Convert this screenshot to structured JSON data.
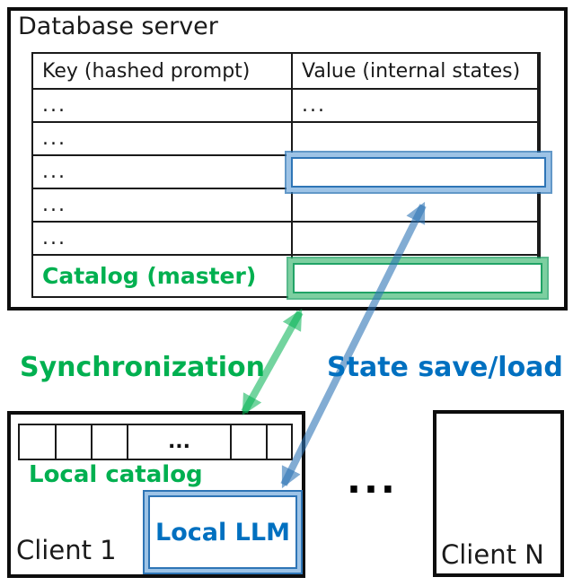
{
  "database_server": {
    "title": "Database server",
    "table": {
      "headers": [
        "Key (hashed prompt)",
        "Value (internal states)"
      ],
      "rows": [
        {
          "key": "...",
          "value": "..."
        },
        {
          "key": "...",
          "value": ""
        },
        {
          "key": "...",
          "value": ""
        },
        {
          "key": "...",
          "value": ""
        },
        {
          "key": "...",
          "value": ""
        },
        {
          "key": "Catalog (master)",
          "value": ""
        }
      ],
      "highlighted_value_row_index": 3,
      "catalog_row_index": 6
    }
  },
  "labels": {
    "synchronization": "Synchronization",
    "state_save_load": "State save/load"
  },
  "client1": {
    "name": "Client 1",
    "local_catalog_label": "Local catalog",
    "catalog_cells": [
      "",
      "",
      "",
      "...",
      "",
      ""
    ],
    "local_llm_label": "Local LLM"
  },
  "clients_ellipsis": "...",
  "clientN": {
    "name": "Client N"
  },
  "colors": {
    "green_accent": "#00B050",
    "blue_accent": "#0070C0",
    "highlight_blue_light": "#9DC3E6",
    "highlight_blue_dark": "#2E75B6",
    "highlight_green_light": "#7DCFA0",
    "highlight_green_dark": "#21A366",
    "arrow_green": "rgba(0,176,80,0.55)",
    "arrow_blue": "rgba(46,117,182,0.6)",
    "box_border": "#0d0d0d"
  }
}
